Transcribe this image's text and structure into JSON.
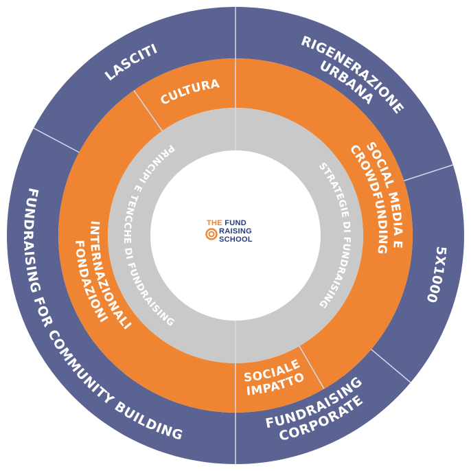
{
  "colors": {
    "outer": "#5b6392",
    "middle": "#ef8433",
    "inner": "#c9c9c9",
    "divider": "#d7dbe8",
    "text": "#ffffff",
    "logo_blue": "#233a7c",
    "logo_orange": "#ef8433"
  },
  "outer_ring": [
    {
      "label_lines": [
        "RIGENERAZIONE",
        "URBANA"
      ]
    },
    {
      "label_lines": [
        "5X1000"
      ]
    },
    {
      "label_lines": [
        "CORPORATE",
        "FUNDRAISING"
      ]
    },
    {
      "label_lines": [
        "FUNDRAISING FOR COMMUNITY BUILDING"
      ]
    },
    {
      "label_lines": [
        "LASCITI"
      ]
    }
  ],
  "middle_ring": [
    {
      "label_lines": [
        "SOCIAL MEDIA E",
        "CROWDFUNDING"
      ]
    },
    {
      "label_lines": [
        "IMPATTO",
        "SOCIALE"
      ]
    },
    {
      "label_lines": [
        "FONDAZIONI",
        "INTERNAZIONALI"
      ]
    },
    {
      "label_lines": [
        "CULTURA"
      ]
    }
  ],
  "inner_ring": [
    {
      "label_lines": [
        "STRATEGIE DI FUNDRAISING"
      ]
    },
    {
      "label_lines": [
        "PRINCIPI E TENCCHE DI FUNDRAISING"
      ]
    }
  ],
  "logo": {
    "line1_a": "THE",
    "line1_b": "FUND",
    "line2": "RAISING",
    "line3": "SCHOOL"
  }
}
